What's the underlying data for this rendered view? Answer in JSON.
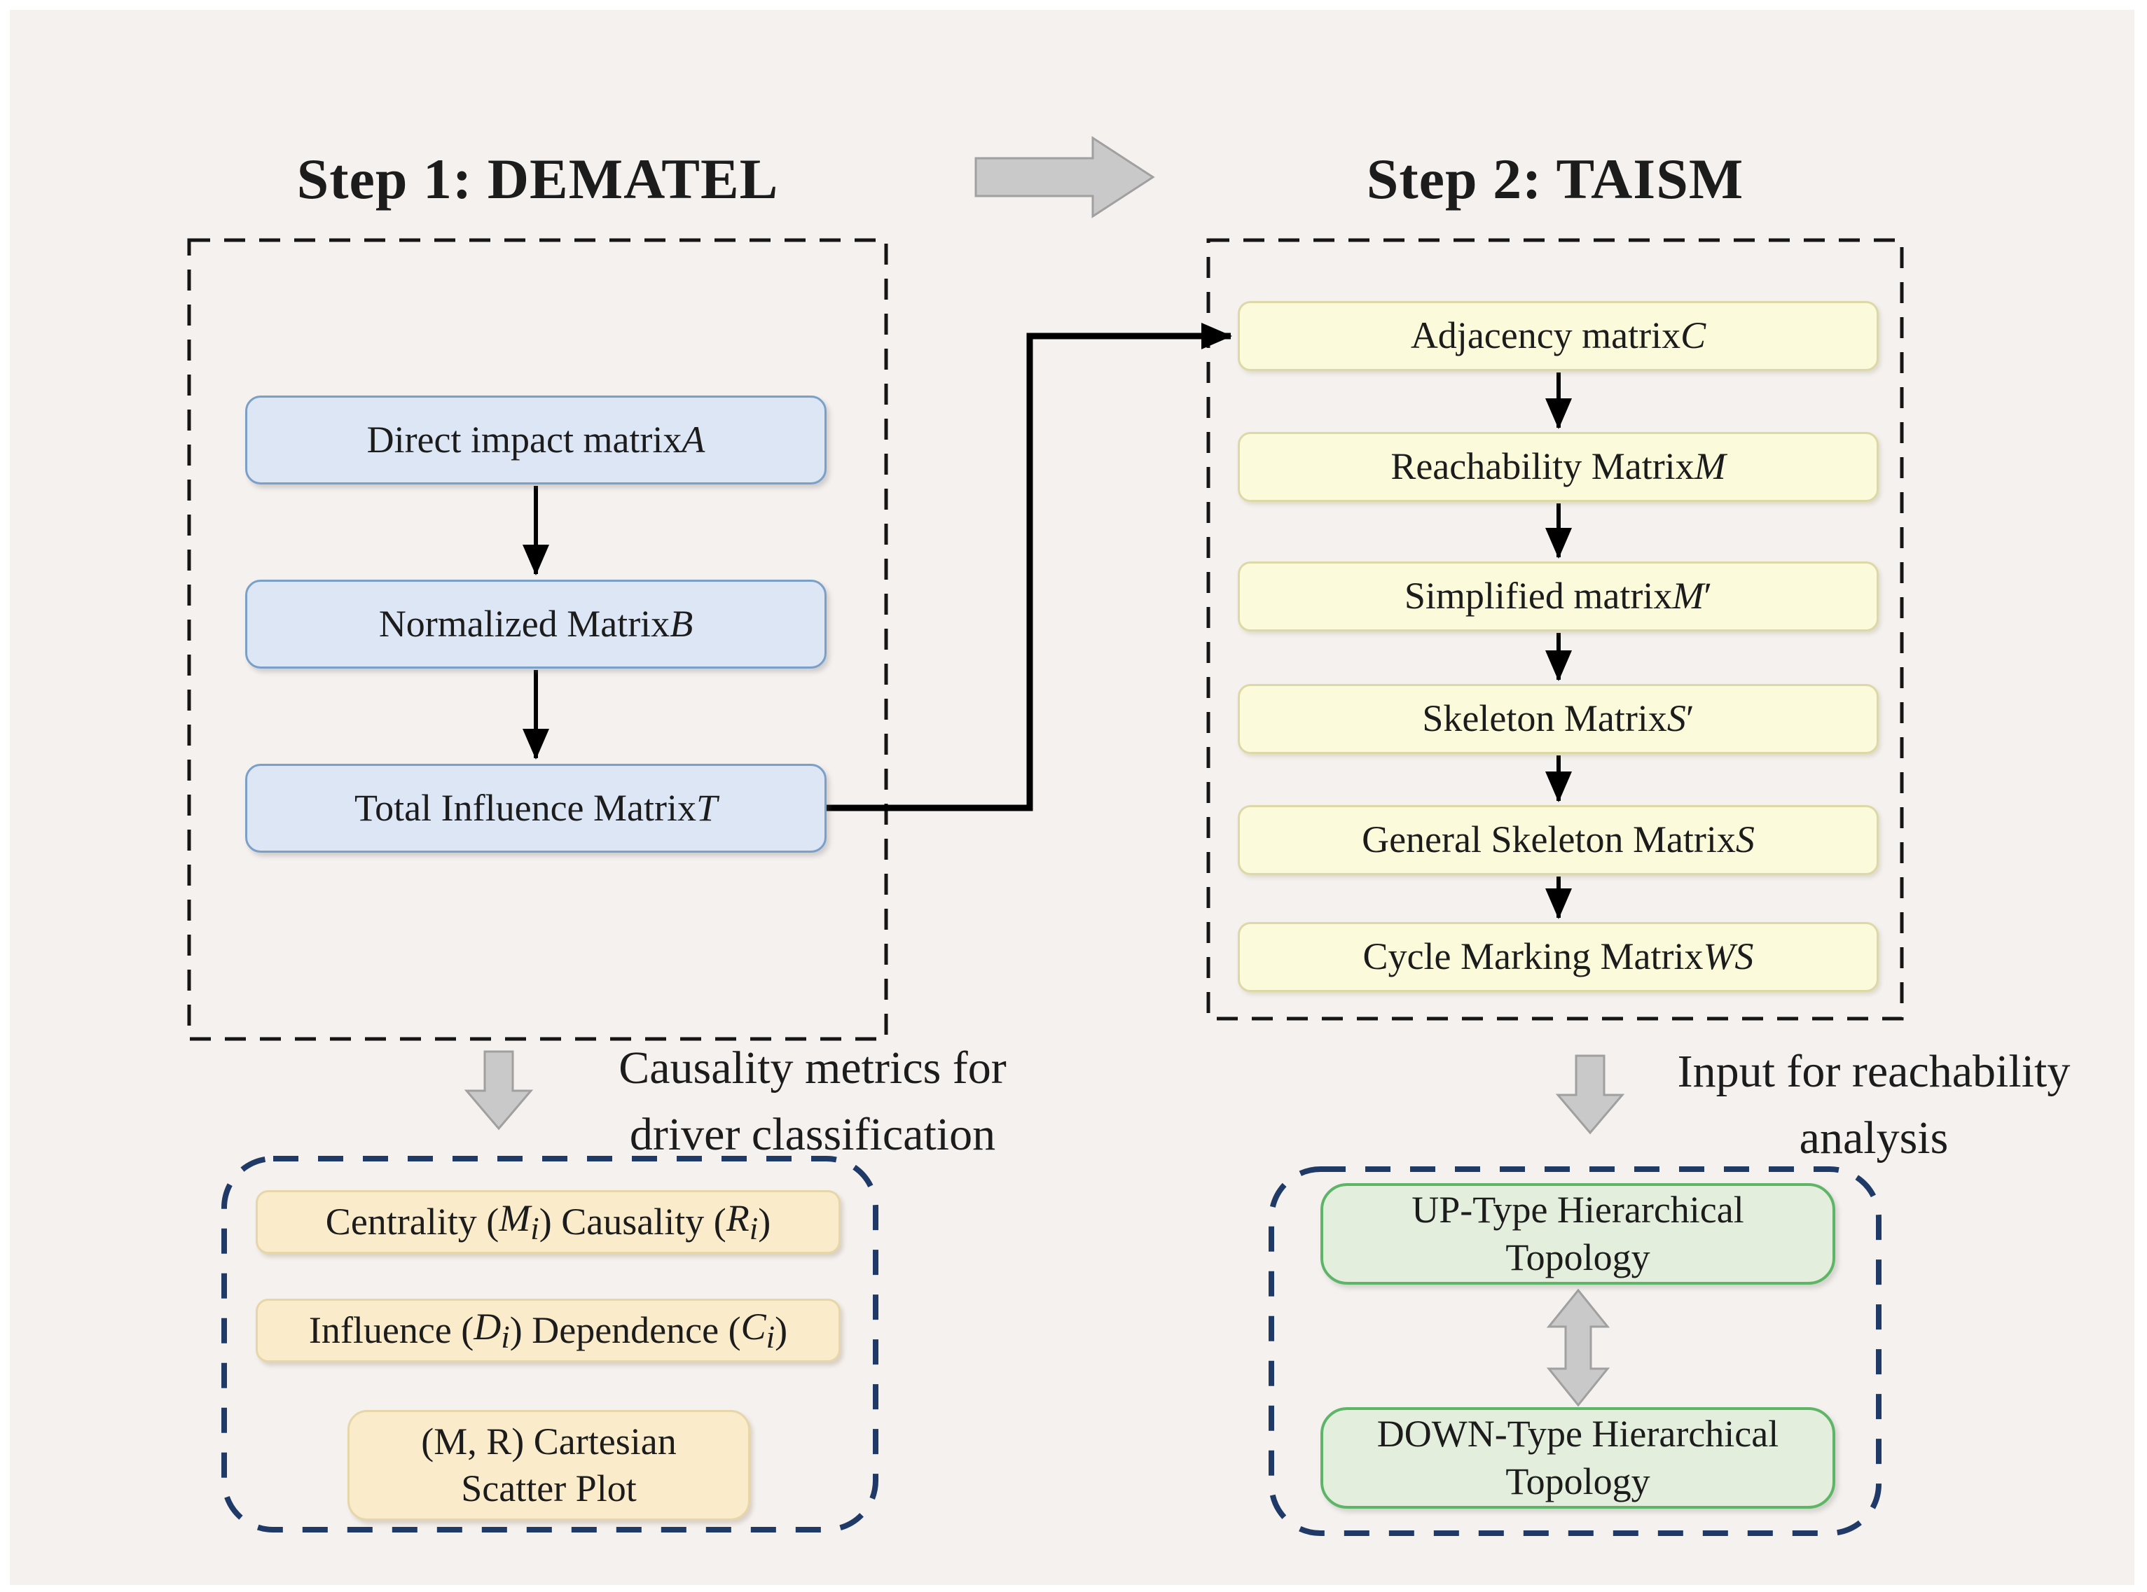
{
  "figure": {
    "colors": {
      "background": "#f5f1ef",
      "blue_box_fill": "#dce6f5",
      "blue_box_border": "#7ba0c8",
      "yellow_box_fill": "#fbfadb",
      "yellow_box_border": "#ddd9a6",
      "cream_box_fill": "#faeccb",
      "cream_box_border": "#e6d6a8",
      "green_box_fill": "#e3efdc",
      "green_box_border": "#5fb567",
      "black_dash_border": "#151515",
      "navy_dash_border": "#1f3a66",
      "gray_block_arrow": "#c9c9c9",
      "connector_line": "#000000"
    },
    "step1": {
      "title": "Step 1: DEMATEL",
      "boxes": [
        {
          "label_html": "Direct impact matrix <i>A</i>"
        },
        {
          "label_html": "Normalized Matrix <i>B</i>"
        },
        {
          "label_html": "Total Influence Matrix <i>T</i>"
        }
      ],
      "output_label_html": "Causality metrics for<br>driver classification",
      "result_boxes": [
        {
          "label_html": "Centrality (<i>M<sub>i</sub></i>) Causality (<i>R<sub>i</sub></i>)"
        },
        {
          "label_html": "Influence (<i>D<sub>i</sub></i>) Dependence (<i>C<sub>i</sub></i>)"
        },
        {
          "label_html": "(M, R) Cartesian<br>Scatter Plot"
        }
      ]
    },
    "step2": {
      "title": "Step 2: TAISM",
      "boxes": [
        {
          "label_html": "Adjacency matrix <i>C</i>"
        },
        {
          "label_html": "Reachability Matrix <i>M</i>"
        },
        {
          "label_html": "Simplified matrix <i>M</i>′"
        },
        {
          "label_html": "Skeleton Matrix <i>S</i>′"
        },
        {
          "label_html": "General Skeleton Matrix <i>S</i>"
        },
        {
          "label_html": "Cycle Marking Matrix <i>WS</i>"
        }
      ],
      "output_label_html": "Input for reachability<br>analysis",
      "result_boxes": [
        {
          "label_html": "UP-Type Hierarchical<br>Topology"
        },
        {
          "label_html": "DOWN-Type Hierarchical<br>Topology"
        }
      ]
    }
  }
}
